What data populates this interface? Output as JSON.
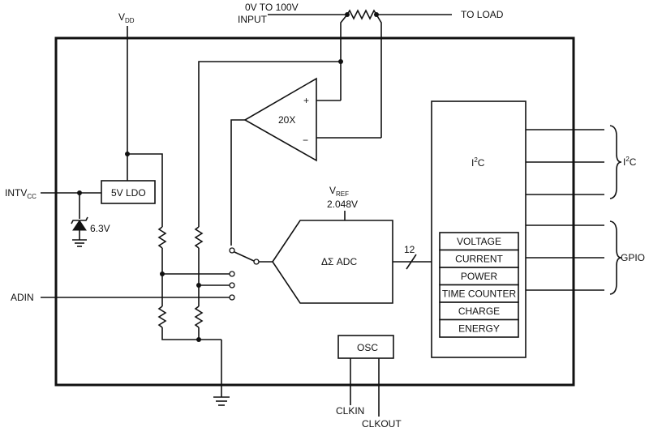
{
  "labels": {
    "vdd": "V",
    "vdd_sub": "DD",
    "input_top": "0V TO 100V",
    "input_bottom": "INPUT",
    "to_load": "TO LOAD",
    "amp_gain": "20X",
    "amp_plus": "+",
    "amp_minus": "−",
    "ldo": "5V LDO",
    "intvcc": "INTV",
    "intvcc_sub": "CC",
    "zener": "6.3V",
    "adin": "ADIN",
    "vref": "V",
    "vref_sub": "REF",
    "vref_value": "2.048V",
    "adc": "ΔΣ ADC",
    "bus_width": "12",
    "i2c_block": "I",
    "i2c_block_sup": "2",
    "i2c_block_tail": "C",
    "i2c_side": "I",
    "i2c_side_sup": "2",
    "i2c_side_tail": "C",
    "gpio": "GPIO",
    "osc": "OSC",
    "clkin": "CLKIN",
    "clkout": "CLKOUT"
  },
  "registers": [
    "VOLTAGE",
    "CURRENT",
    "POWER",
    "TIME COUNTER",
    "CHARGE",
    "ENERGY"
  ]
}
